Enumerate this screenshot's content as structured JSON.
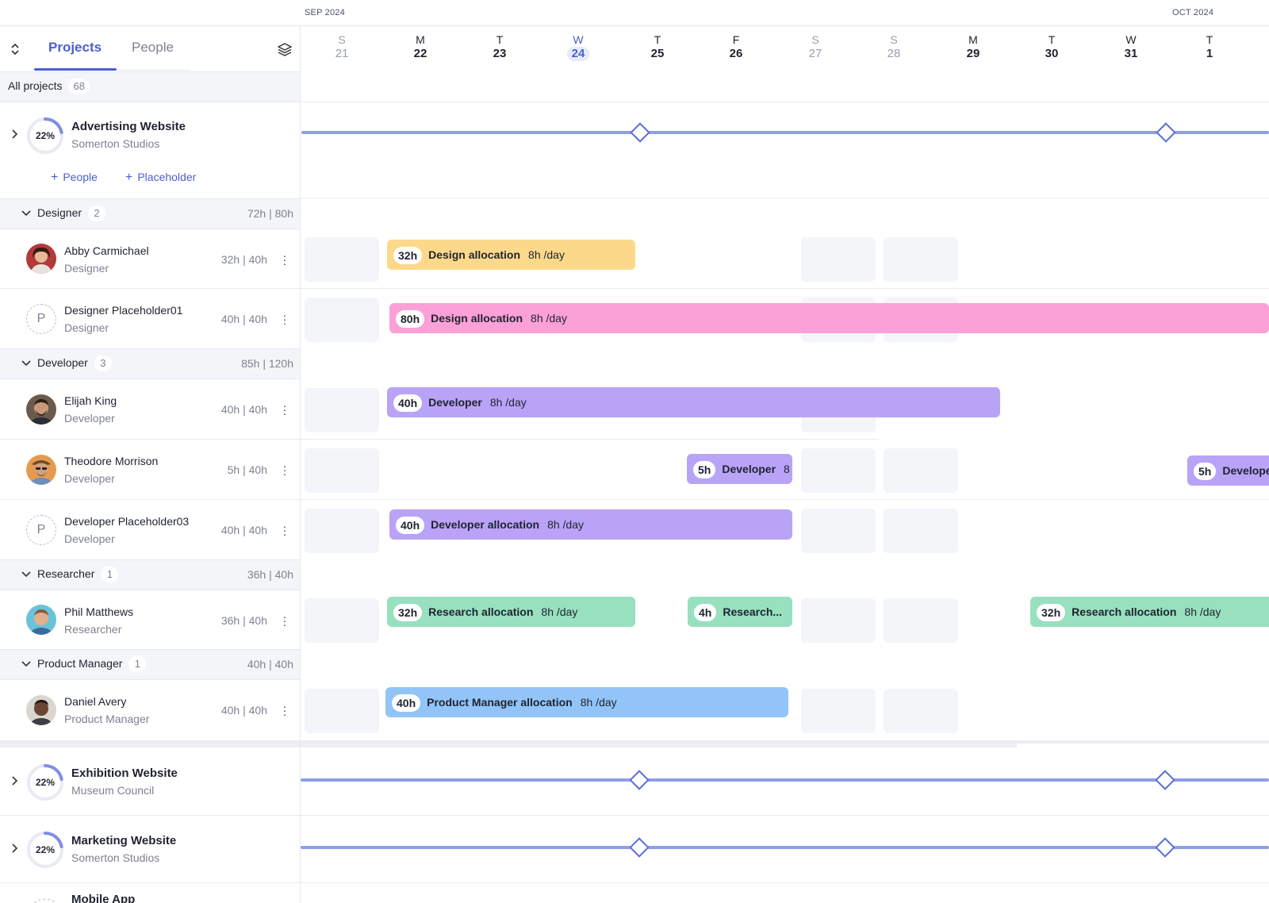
{
  "header": {
    "months": [
      {
        "label": "SEP 2024"
      },
      {
        "label": "OCT 2024"
      }
    ],
    "days": [
      {
        "letter": "S",
        "num": "21",
        "kind": "weekend"
      },
      {
        "letter": "M",
        "num": "22",
        "kind": "weekday"
      },
      {
        "letter": "T",
        "num": "23",
        "kind": "weekday"
      },
      {
        "letter": "W",
        "num": "24",
        "kind": "today"
      },
      {
        "letter": "T",
        "num": "25",
        "kind": "weekday"
      },
      {
        "letter": "F",
        "num": "26",
        "kind": "weekday"
      },
      {
        "letter": "S",
        "num": "27",
        "kind": "weekend"
      },
      {
        "letter": "S",
        "num": "28",
        "kind": "weekend"
      },
      {
        "letter": "M",
        "num": "29",
        "kind": "weekday"
      },
      {
        "letter": "T",
        "num": "30",
        "kind": "weekday"
      },
      {
        "letter": "W",
        "num": "31",
        "kind": "weekday"
      },
      {
        "letter": "T",
        "num": "1",
        "kind": "weekday"
      }
    ]
  },
  "sidebar": {
    "tabs": [
      {
        "label": "Projects",
        "active": true
      },
      {
        "label": "People",
        "active": false
      }
    ],
    "all_projects": {
      "label": "All projects",
      "count": "68"
    },
    "icons": {
      "sort": "sort-toggle-icon",
      "layers": "layers-icon",
      "expand": "chevron-right-icon",
      "collapse": "chevron-down-icon",
      "menu": "kebab-menu-icon"
    }
  },
  "projects": {
    "advertising": {
      "progress": "22%",
      "progress_value": 22,
      "title": "Advertising Website",
      "client": "Somerton Studios",
      "add_people": "People",
      "add_placeholder": "Placeholder"
    },
    "exhibition": {
      "progress": "22%",
      "progress_value": 22,
      "title": "Exhibition Website",
      "client": "Museum Council"
    },
    "marketing": {
      "progress": "22%",
      "progress_value": 22,
      "title": "Marketing Website",
      "client": "Somerton Studios"
    },
    "mobile": {
      "title": "Mobile App"
    }
  },
  "groups": {
    "designer": {
      "label": "Designer",
      "count": "2",
      "hours": "72h | 80h"
    },
    "developer": {
      "label": "Developer",
      "count": "3",
      "hours": "85h | 120h"
    },
    "researcher": {
      "label": "Researcher",
      "count": "1",
      "hours": "36h | 40h"
    },
    "pm": {
      "label": "Product Manager",
      "count": "1",
      "hours": "40h | 40h"
    }
  },
  "people": {
    "abby": {
      "name": "Abby Carmichael",
      "role": "Designer",
      "hours": "32h | 40h"
    },
    "designer_ph": {
      "name": "Designer Placeholder01",
      "role": "Designer",
      "hours": "40h | 40h",
      "initial": "P"
    },
    "elijah": {
      "name": "Elijah King",
      "role": "Developer",
      "hours": "40h | 40h"
    },
    "theodore": {
      "name": "Theodore Morrison",
      "role": "Developer",
      "hours": "5h | 40h"
    },
    "developer_ph": {
      "name": "Developer Placeholder03",
      "role": "Developer",
      "hours": "40h | 40h",
      "initial": "P"
    },
    "phil": {
      "name": "Phil Matthews",
      "role": "Researcher",
      "hours": "36h | 40h"
    },
    "daniel": {
      "name": "Daniel Avery",
      "role": "Product Manager",
      "hours": "40h | 40h"
    }
  },
  "allocations": {
    "abby_design": {
      "hours": "32h",
      "label": "Design allocation",
      "rate": "8h /day",
      "color": "#fcd98a"
    },
    "ph_design": {
      "hours": "80h",
      "label": "Design allocation",
      "rate": "8h /day",
      "color": "#fca0d8"
    },
    "elijah_dev": {
      "hours": "40h",
      "label": "Developer",
      "rate": "8h /day",
      "color": "#b9a3f7"
    },
    "theo_dev1": {
      "hours": "5h",
      "label": "Developer",
      "rate": "8",
      "color": "#b9a3f7"
    },
    "theo_dev2": {
      "hours": "5h",
      "label": "Develope",
      "color": "#b9a3f7"
    },
    "ph_dev": {
      "hours": "40h",
      "label": "Developer allocation",
      "rate": "8h /day",
      "color": "#b9a3f7"
    },
    "phil_research1": {
      "hours": "32h",
      "label": "Research allocation",
      "rate": "8h /day",
      "color": "#98e0bf"
    },
    "phil_research2": {
      "hours": "4h",
      "label": "Research...",
      "color": "#98e0bf"
    },
    "phil_research3": {
      "hours": "32h",
      "label": "Research allocation",
      "rate": "8h /day",
      "color": "#98e0bf"
    },
    "daniel_pm": {
      "hours": "40h",
      "label": "Product Manager allocation",
      "rate": "8h /day",
      "color": "#92c4f8"
    }
  },
  "colors": {
    "accent": "#4a5fd0",
    "timeline": "#8e9ee8",
    "nonworking": "#f4f5f8"
  }
}
